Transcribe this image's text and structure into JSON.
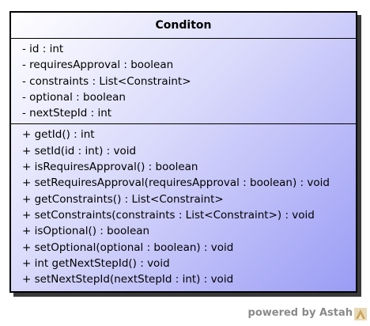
{
  "class_box": {
    "name": "Conditon",
    "attributes": [
      "- id : int",
      "- requiresApproval : boolean",
      "- constraints : List<Constraint>",
      "- optional : boolean",
      "- nextStepId : int"
    ],
    "operations": [
      "+ getId() : int",
      "+ setId(id : int) : void",
      "+ isRequiresApproval() : boolean",
      "+ setRequiresApproval(requiresApproval : boolean) : void",
      "+ getConstraints() : List<Constraint>",
      "+ setConstraints(constraints : List<Constraint>) : void",
      "+ isOptional() : boolean",
      "+ setOptional(optional : boolean) : void",
      "+ int getNextStepId() : void",
      "+ setNextStepId(nextStepId : int) : void"
    ]
  },
  "watermark": {
    "text": "powered by Astah",
    "icon": "astah-logo-icon"
  },
  "colors": {
    "gradient_start": "#ffffff",
    "gradient_end": "#9a9cf5",
    "border": "#000000",
    "watermark": "#8a8a8a"
  }
}
